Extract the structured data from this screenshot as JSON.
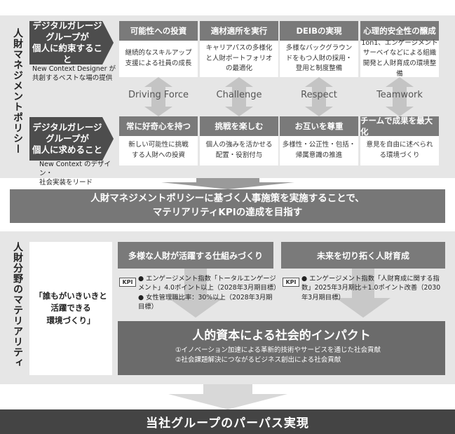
{
  "policy_section": {
    "title": "人財マネジメントポリシー",
    "promise_box": "デジタルガレージ\nグループが\n個人に約束すること",
    "promise_note": "New Context Designer が\n共創するベストな場の提供",
    "expect_box": "デジタルガレージ\nグループが\n個人に求めること",
    "expect_note": "New Context のデザイン・\n社会実装をリード",
    "columns": [
      {
        "top_header": "可能性への投資",
        "top_desc": "継続的なスキルアップ\n支援による社員の成長",
        "keyword": "Driving Force",
        "bottom_header": "常に好奇心を持つ",
        "bottom_desc": "新しい可能性に挑戦\nする人財への投資"
      },
      {
        "top_header": "適材適所を実行",
        "top_desc": "キャリアパスの多様化\nと人財ポートフォリオ\nの最適化",
        "keyword": "Challenge",
        "bottom_header": "挑戦を楽しむ",
        "bottom_desc": "個人の強みを活かせる\n配置・役割付与"
      },
      {
        "top_header": "DEIBの実現",
        "top_desc": "多様なバックグラウン\nドをもつ人財の採用・\n登用と制度整備",
        "keyword": "Respect",
        "bottom_header": "お互いを尊重",
        "bottom_desc": "多様性・公正性・包括・\n帰属意識の推進"
      },
      {
        "top_header": "心理的安全性の醸成",
        "top_desc": "1on1、エンゲージメント\nサーベイなどによる組織\n開発と人財育成の環境整備",
        "keyword": "Teamwork",
        "bottom_header": "チームで成果を最大化",
        "bottom_desc": "意見を自由に述べられ\nる環境づくり"
      }
    ]
  },
  "banner": "人財マネジメントポリシーに基づく人事施策を実施することで、\nマテリアリティKPIの達成を目指す",
  "materiality_section": {
    "title": "人財分野のマテリアリティ",
    "theme_box": "「誰もがいきいきと\n活躍できる\n環境づくり」",
    "kpi_label": "KPI",
    "left_header": "多様な人財が活躍する仕組みづくり",
    "left_kpis": [
      "エンゲージメント指数「トータルエンゲージメント」4.0ポイント以上（2028年3月期目標）",
      "女性管理職比率：30%以上（2028年3月期目標）"
    ],
    "right_header": "未来を切り拓く人財育成",
    "right_kpis": [
      "エンゲージメント指数「人財育成に関する指数」2025年3月期比＋1.0ポイント改善（2030年3月期目標）"
    ],
    "impact_title": "人的資本による社会的インパクト",
    "impact_items": [
      "①イノベーション加速による革新的技術やサービスを通じた社会貢献",
      "②社会課題解決につながるビジネス創出による社会貢献"
    ]
  },
  "footer": "当社グループのパーパス実現",
  "colors": {
    "dark": "#4d4d4d",
    "header": "#7a7a7a",
    "panel": "#e6e6e6",
    "footer": "#444444"
  }
}
